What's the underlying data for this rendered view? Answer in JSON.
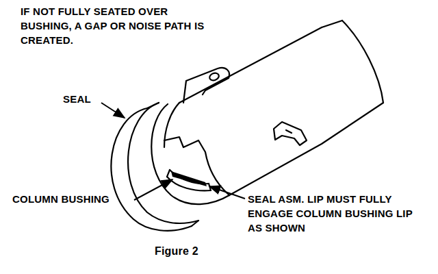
{
  "diagram": {
    "caption": "Figure 2",
    "labels": [
      "IF NOT FULLY SEATED OVER BUSHING, A GAP OR NOISE PATH IS CREATED.",
      "SEAL",
      "COLUMN BUSHING",
      "SEAL ASM. LIP MUST FULLY ENGAGE COLUMN BUSHING LIP AS SHOWN"
    ]
  }
}
